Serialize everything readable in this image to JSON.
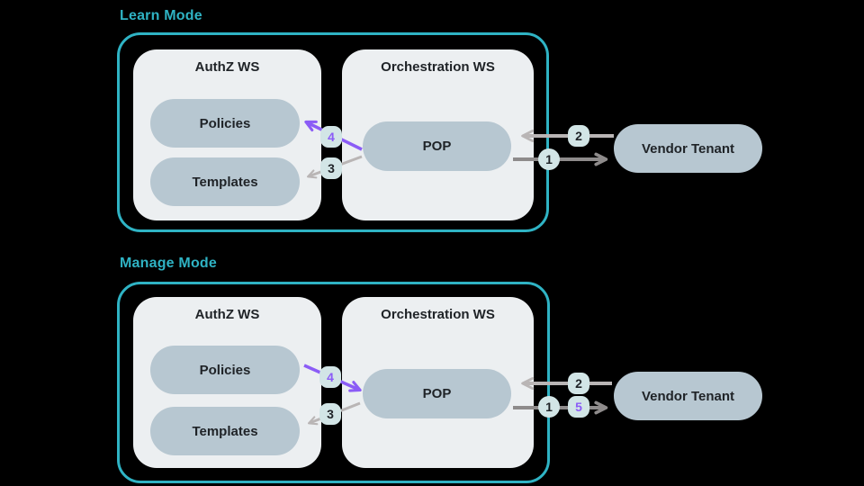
{
  "colors": {
    "background": "#000000",
    "teal_accent": "#2fb3c4",
    "box_fill": "#eceff1",
    "pill_fill": "#b7c7d1",
    "badge_fill": "#d2e5e6",
    "purple_accent": "#8b5cf6",
    "arrow_light_gray": "#b9b5b5",
    "arrow_dark_gray": "#8e8b8b",
    "text_dark": "#1f2327"
  },
  "sections": [
    {
      "title": "Learn Mode",
      "authz_ws": {
        "title": "AuthZ WS",
        "policies": "Policies",
        "templates": "Templates"
      },
      "orchestration_ws": {
        "title": "Orchestration WS",
        "pop": "POP"
      },
      "vendor": "Vendor Tenant",
      "steps": {
        "s1": "1",
        "s2": "2",
        "s3": "3",
        "s4": "4"
      }
    },
    {
      "title": "Manage Mode",
      "authz_ws": {
        "title": "AuthZ WS",
        "policies": "Policies",
        "templates": "Templates"
      },
      "orchestration_ws": {
        "title": "Orchestration WS",
        "pop": "POP"
      },
      "vendor": "Vendor Tenant",
      "steps": {
        "s1": "1",
        "s2": "2",
        "s3": "3",
        "s4": "4",
        "s5": "5"
      }
    }
  ]
}
